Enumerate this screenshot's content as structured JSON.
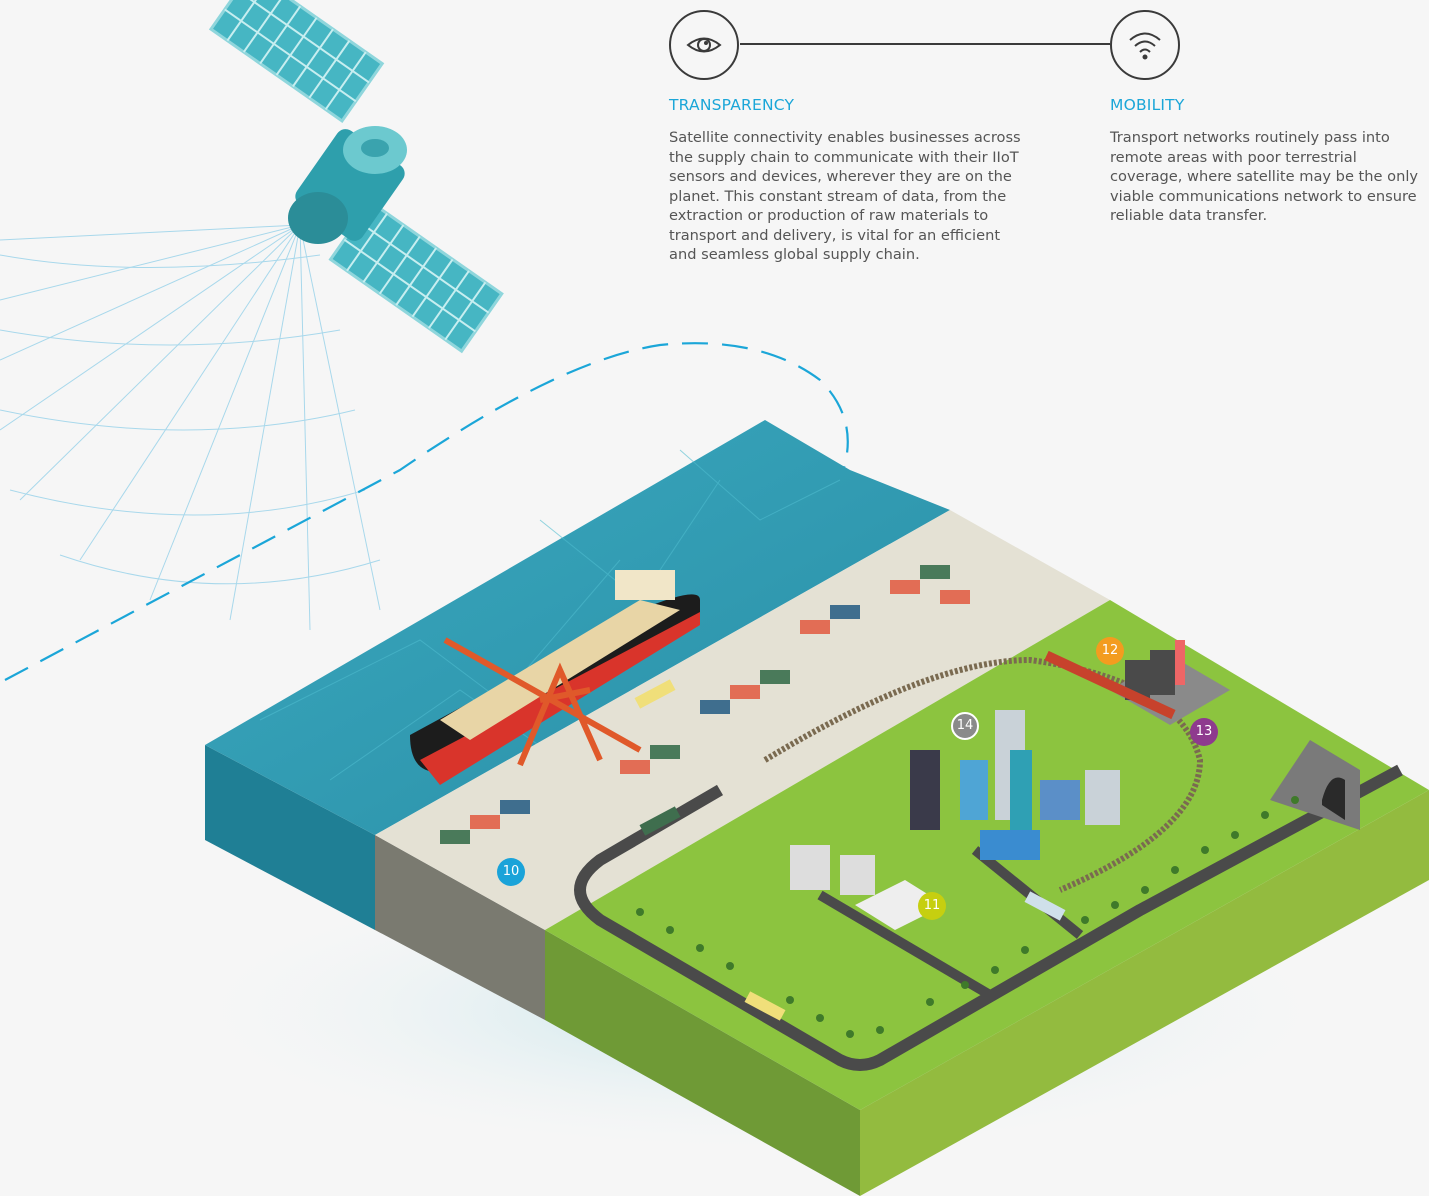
{
  "transparency": {
    "title": "TRANSPARENCY",
    "body_lines": [
      "Satellite connectivity enables businesses across",
      "the supply chain to communicate with their IIoT",
      "sensors and devices, wherever they are on the",
      "planet. This constant stream of data, from the",
      "extraction or production of raw materials to",
      "transport and delivery, is vital for an efficient",
      "and seamless global supply chain."
    ],
    "icon": "eye-icon"
  },
  "mobility": {
    "title": "MOBILITY",
    "body_lines": [
      "Transport networks routinely pass into",
      "remote areas with poor terrestrial",
      "coverage, where satellite may be the only",
      "viable communications network to ensure",
      "reliable data transfer."
    ],
    "icon": "wifi-icon"
  },
  "markers": [
    {
      "label": "10",
      "color": "#1aa3d9"
    },
    {
      "label": "11",
      "color": "#c6cf10"
    },
    {
      "label": "12",
      "color": "#f39c1f"
    },
    {
      "label": "13",
      "color": "#8e3a8e"
    },
    {
      "label": "14",
      "color": "#8a8a8a"
    }
  ],
  "colors": {
    "accent": "#1ba6d8",
    "water": "#2e8fa6",
    "grass": "#8cc43f",
    "dock": "#e4e1d4",
    "road": "#4a4a4a"
  }
}
